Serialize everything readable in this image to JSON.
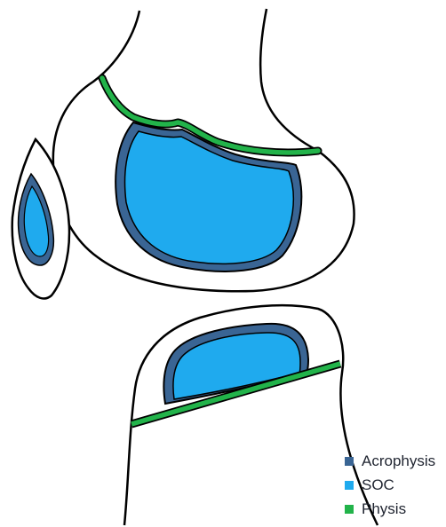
{
  "colors": {
    "outline": "#000000",
    "acrophysis": "#3a6594",
    "soc": "#1faaee",
    "physis": "#22b34a",
    "background": "#ffffff"
  },
  "legend": {
    "items": [
      {
        "label": "Acrophysis",
        "color": "#3a6594"
      },
      {
        "label": "SOC",
        "color": "#1faaee"
      },
      {
        "label": "Physis",
        "color": "#22b34a"
      }
    ]
  }
}
